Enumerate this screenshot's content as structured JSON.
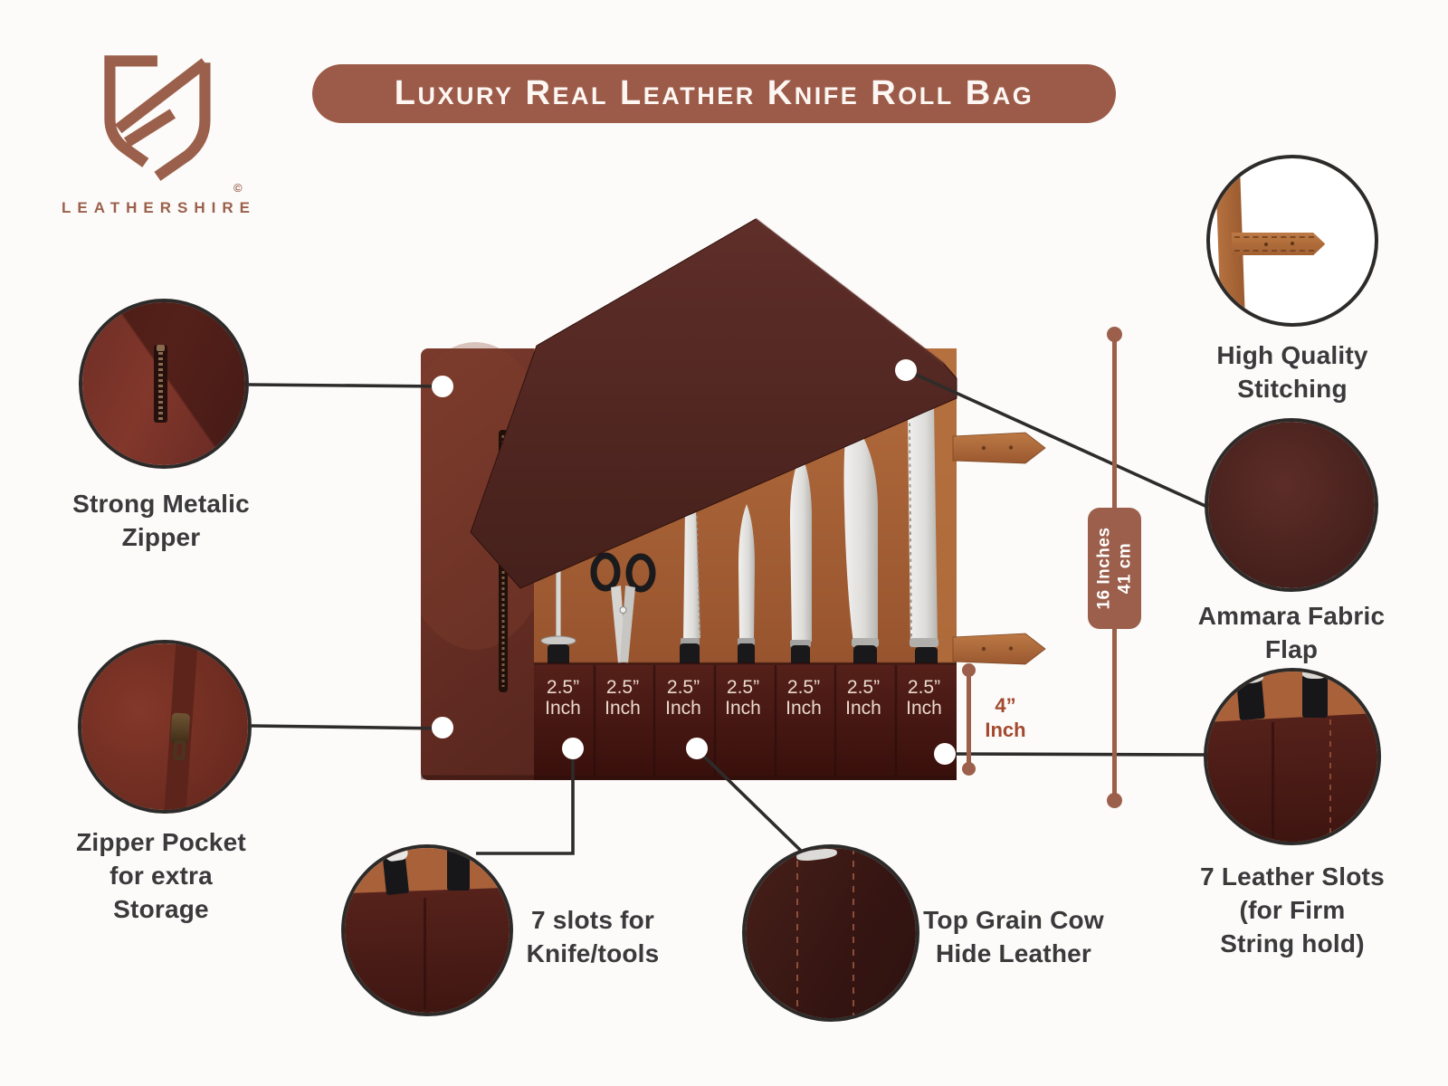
{
  "brand": {
    "wordmark": "LEATHERSHIRE",
    "registered_mark": "©"
  },
  "banner": {
    "title": "Luxury Real Leather Knife Roll Bag"
  },
  "measurements": {
    "roll_length": {
      "line1": "16 Inches",
      "line2": "41 cm"
    },
    "strap_width": {
      "value": "4”",
      "unit": "Inch"
    }
  },
  "slots": {
    "count": 7,
    "labels": [
      {
        "size": "2.5”",
        "unit": "Inch"
      },
      {
        "size": "2.5”",
        "unit": "Inch"
      },
      {
        "size": "2.5”",
        "unit": "Inch"
      },
      {
        "size": "2.5”",
        "unit": "Inch"
      },
      {
        "size": "2.5”",
        "unit": "Inch"
      },
      {
        "size": "2.5”",
        "unit": "Inch"
      },
      {
        "size": "2.5”",
        "unit": "Inch"
      }
    ]
  },
  "callouts": {
    "metalic_zipper": {
      "lines": [
        "Strong Metalic",
        "Zipper"
      ]
    },
    "zipper_pocket": {
      "lines": [
        "Zipper Pocket",
        "for extra",
        "Storage"
      ]
    },
    "stitching": {
      "lines": [
        "High Quality",
        "Stitching"
      ]
    },
    "ammara_flap": {
      "lines": [
        "Ammara Fabric",
        "Flap"
      ]
    },
    "leather_slots": {
      "lines": [
        "7 Leather Slots",
        "(for Firm",
        "String hold)"
      ]
    },
    "tool_slots": {
      "lines": [
        "7 slots for",
        "Knife/tools"
      ]
    },
    "top_grain": {
      "lines": [
        "Top Grain Cow",
        "Hide Leather"
      ]
    }
  },
  "colors": {
    "accent_brown": "#9c5b49",
    "caption_text": "#3a393b",
    "connector": "#2e2c2a",
    "measure_text": "#a3492e",
    "strap_tan": "#b5713f"
  }
}
